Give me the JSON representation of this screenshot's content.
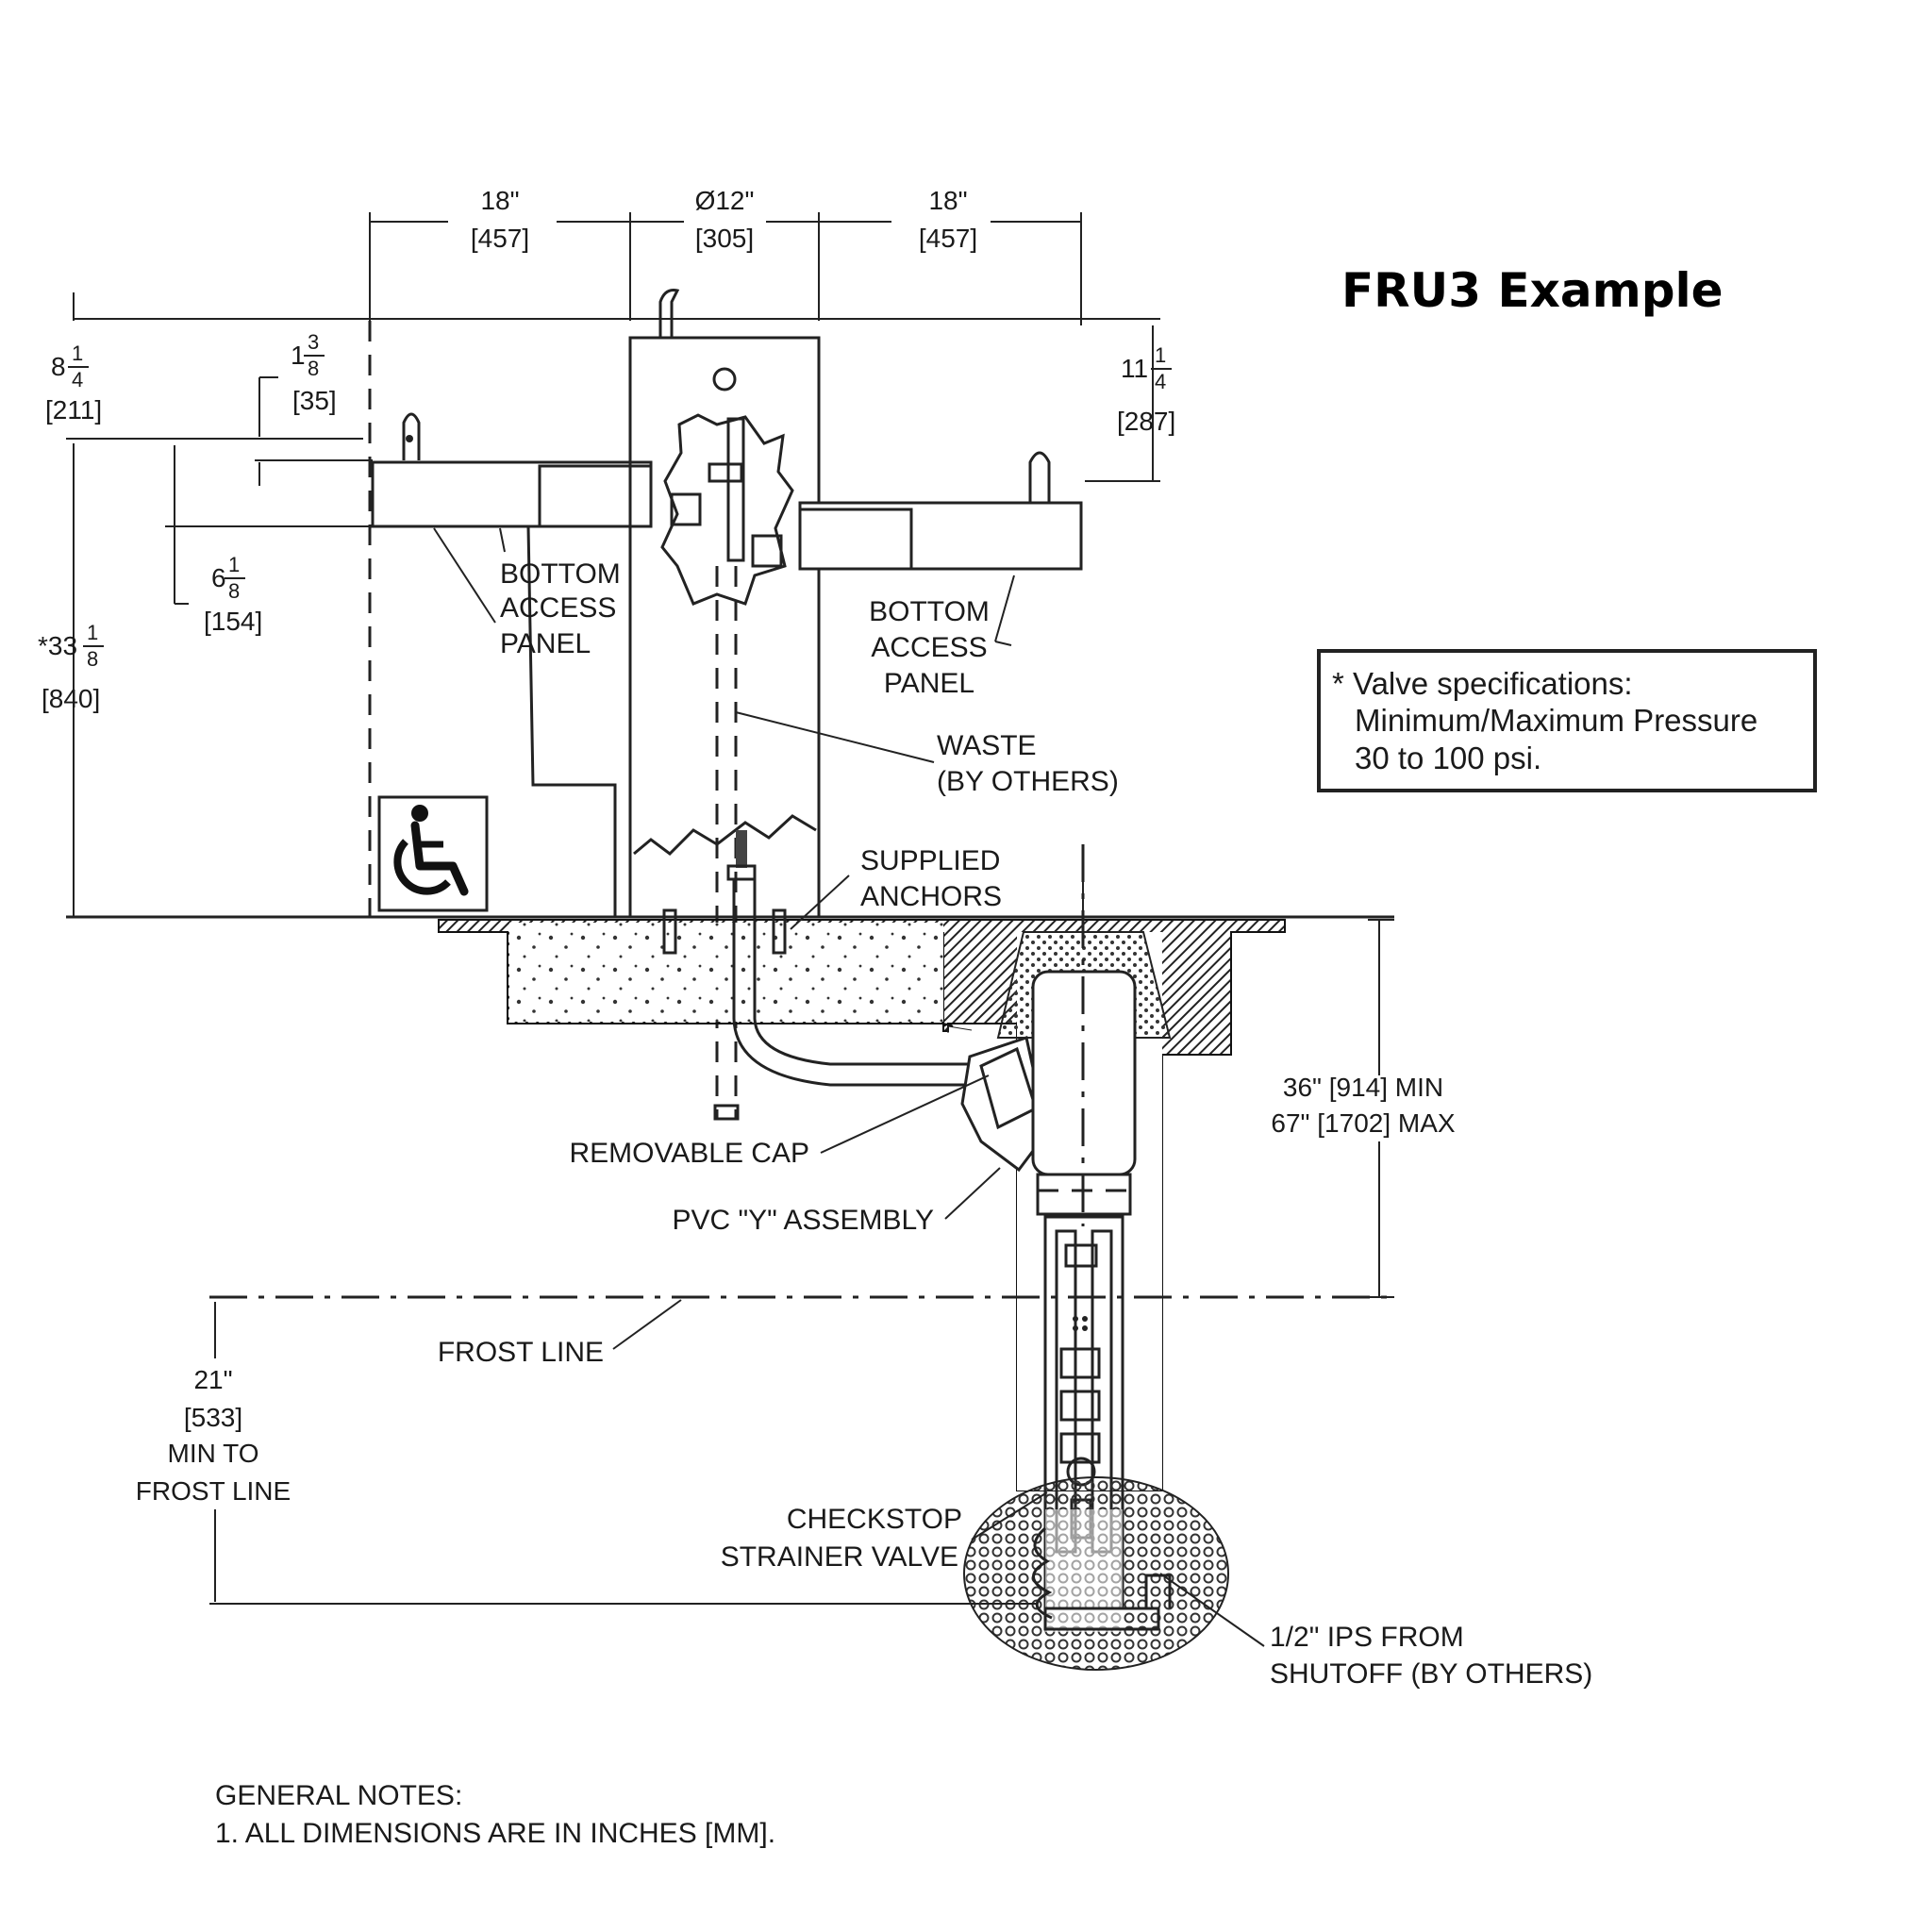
{
  "title": "FRU3 Example",
  "dimensions": {
    "left_width": "18\"",
    "left_width_mm": "[457]",
    "pedestal_diameter": "Ø12\"",
    "pedestal_diameter_mm": "[305]",
    "right_width": "18\"",
    "right_width_mm": "[457]",
    "top_offset_whole": "8",
    "top_offset_num": "1",
    "top_offset_den": "4",
    "top_offset_mm": "[211]",
    "bubbler_height_whole": "1",
    "bubbler_height_num": "3",
    "bubbler_height_den": "8",
    "bubbler_height_mm": "[35]",
    "right_offset_whole": "11",
    "right_offset_num": "1",
    "right_offset_den": "4",
    "right_offset_mm": "[287]",
    "basin_depth_whole": "6",
    "basin_depth_num": "1",
    "basin_depth_den": "8",
    "basin_depth_mm": "[154]",
    "rim_height_whole": "*33",
    "rim_height_num": "1",
    "rim_height_den": "8",
    "rim_height_mm": "[840]",
    "bury_depth_line1": "36\" [914] MIN",
    "bury_depth_line2": "67\" [1702] MAX",
    "frost_depth_line1": "21\"",
    "frost_depth_line2": "[533]",
    "frost_depth_line3": "MIN TO",
    "frost_depth_line4": "FROST LINE"
  },
  "labels": {
    "left_access_panel": [
      "BOTTOM",
      "ACCESS",
      "PANEL"
    ],
    "right_access_panel": [
      "BOTTOM",
      "ACCESS",
      "PANEL"
    ],
    "waste": [
      "WASTE",
      "(BY OTHERS)"
    ],
    "anchors": [
      "SUPPLIED",
      "ANCHORS"
    ],
    "removable_cap": "REMOVABLE CAP",
    "pvc_y": "PVC \"Y\" ASSEMBLY",
    "frost_line": "FROST LINE",
    "checkstop": [
      "CHECKSTOP",
      "STRAINER VALVE"
    ],
    "ips": [
      "1/2\" IPS FROM",
      "SHUTOFF (BY OTHERS)"
    ]
  },
  "valve_spec": {
    "line1": "* Valve specifications:",
    "line2": "Minimum/Maximum Pressure",
    "line3": "30 to 100 psi."
  },
  "general_notes": {
    "heading": "GENERAL NOTES:",
    "note1": "1. ALL DIMENSIONS ARE IN INCHES [MM]."
  },
  "accessibility_icon": "wheelchair-accessibility-icon"
}
